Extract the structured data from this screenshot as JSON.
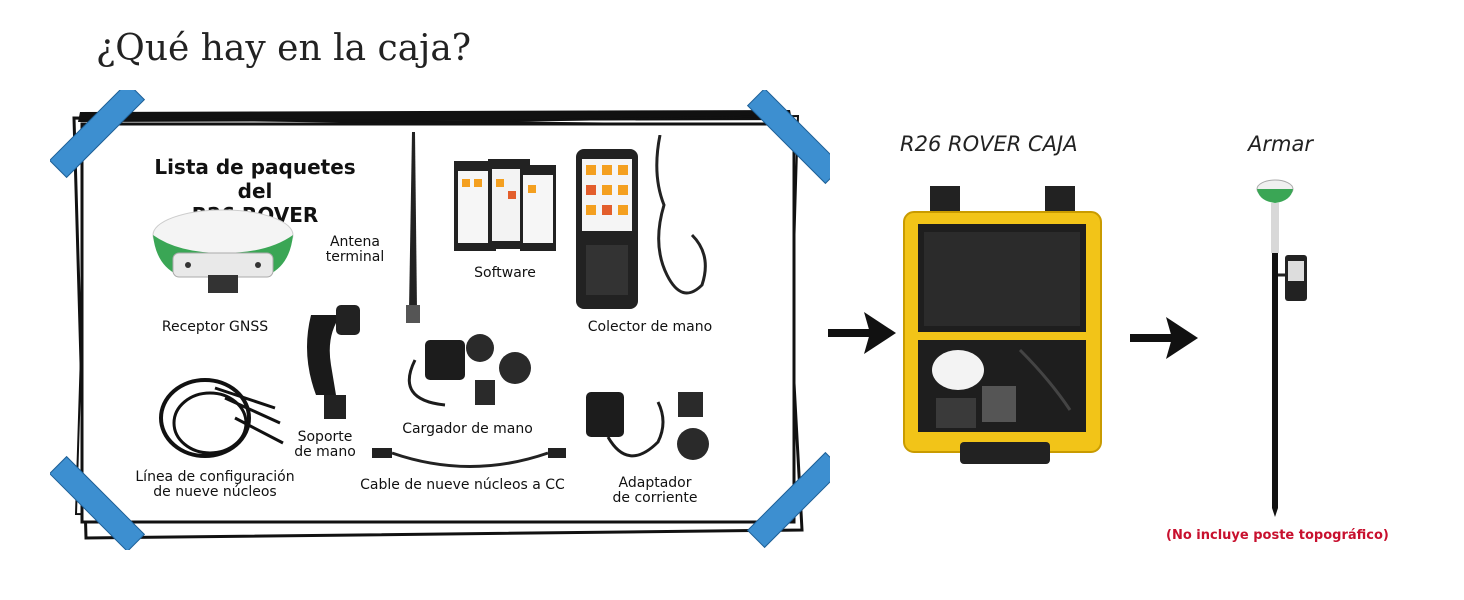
{
  "page_title": "¿Qué hay en la caja?",
  "package_list": {
    "heading_line1": "Lista de paquetes del",
    "heading_line2": "R26 ROVER",
    "items": {
      "receiver": "Receptor GNSS",
      "antenna_line1": "Antena",
      "antenna_line2": "terminal",
      "software": "Software",
      "collector": "Colector de mano",
      "bracket_line1": "Soporte",
      "bracket_line2": "de mano",
      "config_cable_line1": "Línea de configuración",
      "config_cable_line2": "de nueve núcleos",
      "charger": "Cargador de mano",
      "dc_cable": "Cable de nueve núcleos a CC",
      "adapter_line1": "Adaptador",
      "adapter_line2": "de corriente"
    }
  },
  "case_section": {
    "heading": "R26 ROVER CAJA"
  },
  "assembly_section": {
    "heading": "Armar",
    "note": "(No incluye poste topográfico)"
  },
  "colors": {
    "tape": "#3d8fd0",
    "case_yellow": "#f2c418",
    "receiver_green": "#3aa655",
    "note_red": "#c8102e"
  }
}
